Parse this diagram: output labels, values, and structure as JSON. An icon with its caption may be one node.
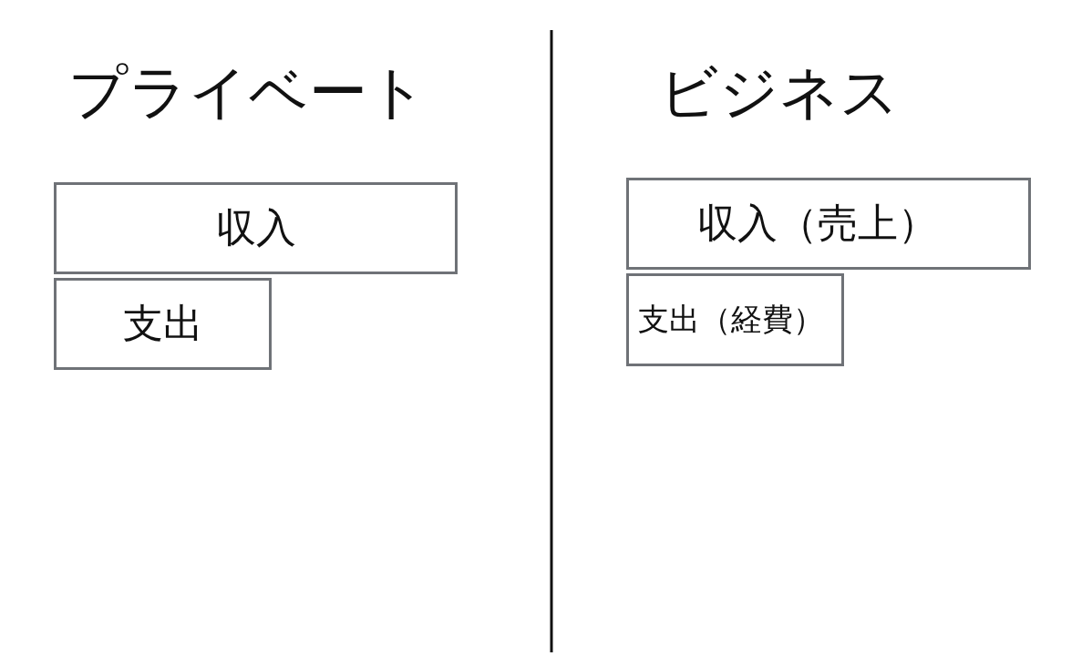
{
  "diagram": {
    "nodes": [
      {
        "text": [
          "収入"
        ]
      },
      {
        "text": [
          "支出"
        ]
      },
      {
        "text": [
          "収入（売上）"
        ]
      },
      {
        "text": [
          "支出（経費）"
        ]
      }
    ],
    "labels": [
      "プライベート",
      "ビジネス"
    ]
  }
}
